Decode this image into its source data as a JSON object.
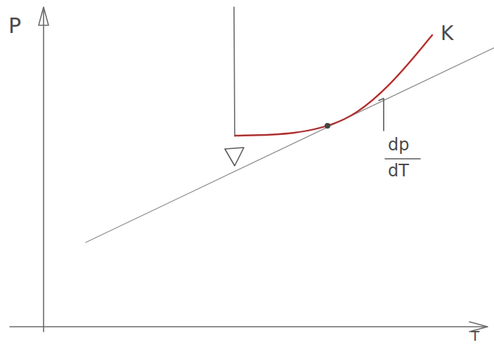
{
  "diagram": {
    "labels": [
      "P",
      "T",
      "K",
      "dp",
      "dT"
    ]
  }
}
